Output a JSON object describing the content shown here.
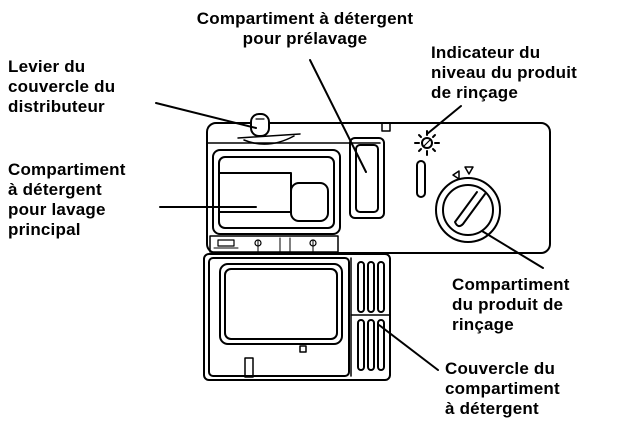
{
  "labels": {
    "prewash": [
      "Compartiment à détergent",
      "pour prélavage"
    ],
    "lever": [
      "Levier du",
      "couvercle du",
      "distributeur"
    ],
    "rinse_indicator": [
      "Indicateur du",
      "niveau du produit",
      "de rinçage"
    ],
    "main_wash": [
      "Compartiment",
      "à détergent",
      "pour lavage",
      "principal"
    ],
    "rinse_compartment": [
      "Compartiment",
      "du produit de",
      "rinçage"
    ],
    "cover": [
      "Couvercle du",
      "compartiment",
      "à détergent"
    ]
  }
}
